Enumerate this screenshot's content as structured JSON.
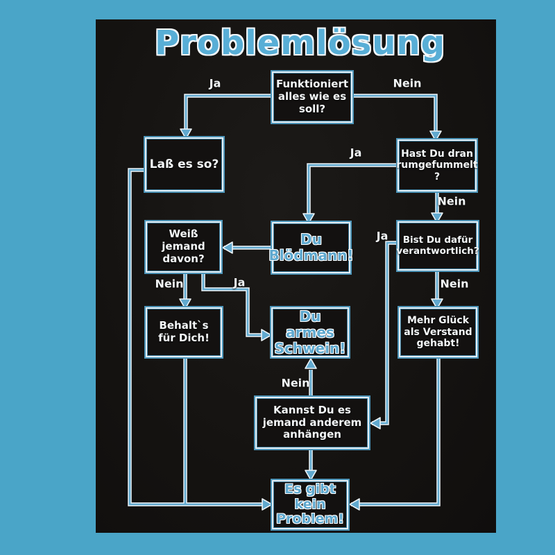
{
  "title": "Problemlösung",
  "colors": {
    "background": "#4aa5c8",
    "panel": "#151311",
    "title_blue": "#58aed6",
    "line_blue": "#61a9cf",
    "line_outline": "#edf4f8",
    "box_border_white": "#e6eff5",
    "box_border_blue": "#4e96ba",
    "question_text": "#f4f7f8",
    "result_text": "#5fa9cf"
  },
  "nodes": [
    {
      "id": "funktioniert",
      "text": "Funktioniert alles wie es soll?",
      "style": "question"
    },
    {
      "id": "lass",
      "text": "Laß es so?",
      "style": "question"
    },
    {
      "id": "hast",
      "text": "Hast Du dran rumgefummelt ?",
      "style": "question"
    },
    {
      "id": "weiss",
      "text": "Weiß jemand davon?",
      "style": "question"
    },
    {
      "id": "bloedmann",
      "text": "Du Blödmann!",
      "style": "result"
    },
    {
      "id": "bist",
      "text": "Bist Du dafür verantwortlich?",
      "style": "question"
    },
    {
      "id": "behalt",
      "text": "Behalt`s für Dich!",
      "style": "question"
    },
    {
      "id": "schwein",
      "text": "Du armes Schwein!",
      "style": "result"
    },
    {
      "id": "glueck",
      "text": "Mehr Glück als Verstand gehabt!",
      "style": "question"
    },
    {
      "id": "kannst",
      "text": "Kannst Du es jemand anderem anhängen",
      "style": "question"
    },
    {
      "id": "problem",
      "text": "Es gibt kein Problem!",
      "style": "result"
    }
  ],
  "edges": [
    {
      "from": "funktioniert",
      "to": "lass",
      "label": "Ja"
    },
    {
      "from": "funktioniert",
      "to": "hast",
      "label": "Nein"
    },
    {
      "from": "hast",
      "to": "bloedmann",
      "label": "Ja"
    },
    {
      "from": "hast",
      "to": "bist",
      "label": "Nein"
    },
    {
      "from": "bist",
      "to": "kannst",
      "label": "Ja"
    },
    {
      "from": "bist",
      "to": "glueck",
      "label": "Nein"
    },
    {
      "from": "weiss",
      "to": "behalt",
      "label": "Nein"
    },
    {
      "from": "weiss",
      "to": "schwein",
      "label": "Ja"
    },
    {
      "from": "kannst",
      "to": "schwein",
      "label": "Nein"
    },
    {
      "from": "bloedmann",
      "to": "weiss",
      "label": ""
    },
    {
      "from": "kannst",
      "to": "problem",
      "label": ""
    },
    {
      "from": "lass",
      "to": "problem",
      "label": ""
    },
    {
      "from": "behalt",
      "to": "problem",
      "label": ""
    },
    {
      "from": "glueck",
      "to": "problem",
      "label": ""
    }
  ]
}
